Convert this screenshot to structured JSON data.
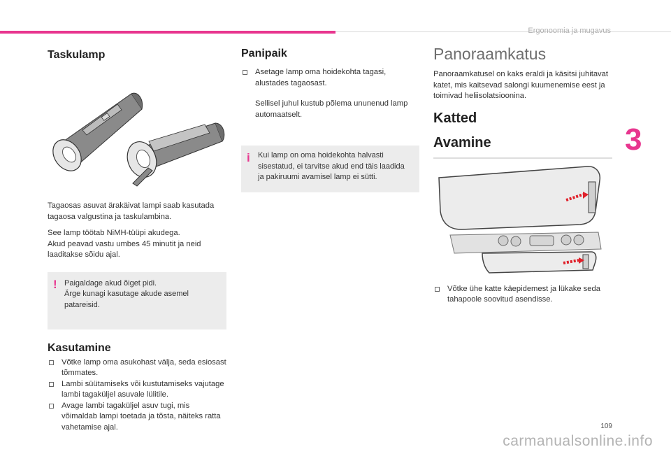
{
  "header": {
    "section_title": "Ergonoomia ja mugavus",
    "chapter": "3",
    "page_number": "109"
  },
  "watermark": "carmanualsonline.info",
  "col1": {
    "title": "Taskulamp",
    "para1": "Tagaosas asuvat ärakäivat lampi saab kasutada tagaosa valgustina ja taskulambina.",
    "para2_line1": "See lamp töötab NiMH-tüüpi akudega.",
    "para2_line2": "Akud peavad vastu umbes 45 minutit ja neid laaditakse sõidu ajal.",
    "warning_line1": "Paigaldage akud õiget pidi.",
    "warning_line2": "Ärge kunagi kasutage akude asemel patareisid.",
    "usage_title": "Kasutamine",
    "bullets": [
      "Võtke lamp oma asukohast välja, seda esiosast tõmmates.",
      "Lambi süütamiseks või kustutamiseks vajutage lambi tagaküljel asuvale lülitile.",
      "Avage lambi tagaküljel asuv tugi, mis võimaldab lampi toetada ja tõsta, näiteks ratta vahetamise ajal."
    ]
  },
  "col2": {
    "title": "Panipaik",
    "bullet1": "Asetage lamp oma hoidekohta tagasi, alustades tagaosast.",
    "para": "Sellisel juhul kustub põlema ununenud lamp automaatselt.",
    "info": "Kui lamp on oma hoidekohta halvasti sisestatud, ei tarvitse akud end täis laadida ja pakiruumi avamisel lamp ei sütti."
  },
  "col3": {
    "title": "Panoraamkatus",
    "para": "Panoraamkatusel on kaks eraldi ja käsitsi juhitavat katet, mis kaitsevad salongi kuumenemise eest ja toimivad heliisolatsioonina.",
    "sub1": "Katted",
    "sub2": "Avamine",
    "bullet": "Võtke ühe katte käepidemest ja lükake seda tahapoole soovitud asendisse."
  },
  "colors": {
    "accent": "#e8368f",
    "note_bg": "#ececec",
    "illustration_grey": "#8a8a8a"
  }
}
